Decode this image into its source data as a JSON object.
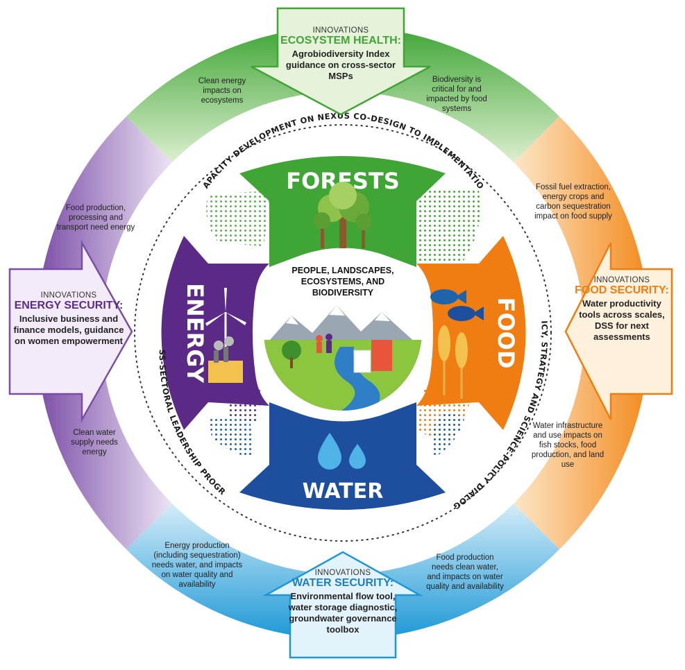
{
  "colors": {
    "green": "#3fa535",
    "light_green": "#d9ecc6",
    "orange": "#f07d12",
    "light_orange": "#fde3c2",
    "blue": "#1e64ad",
    "light_blue": "#cfe8f6",
    "purple": "#5b2a86",
    "light_purple": "#e8def1"
  },
  "center": {
    "title": "PEOPLE, LANDSCAPES, ECOSYSTEMS, AND BIODIVERSITY"
  },
  "sectors": {
    "forests": "FORESTS",
    "food": "FOOD",
    "water": "WATER",
    "energy": "ENERGY"
  },
  "ring_labels": {
    "top": "CAPACITY DEVELOPMENT ON NEXUS CO-DESIGN TO IMPLEMENTATION",
    "right": "POLICY, STRATEGY AND SCIENCE-POLICY DIALOGUES",
    "left": "CROSS-SECTORAL LEADERSHIP PROGRAM"
  },
  "innovations": {
    "ecosystem": {
      "kicker": "INNOVATIONS",
      "heading": "ECOSYSTEM HEALTH:",
      "body": "Agrobiodiversity Index guidance on cross-sector MSPs"
    },
    "food": {
      "kicker": "INNOVATIONS",
      "heading": "FOOD SECURITY:",
      "body": "Water productivity tools across scales, DSS for next assessments"
    },
    "water": {
      "kicker": "INNOVATIONS",
      "heading": "WATER SECURITY:",
      "body": "Environmental flow tool, water storage diagnostic, groundwater governance toolbox"
    },
    "energy": {
      "kicker": "INNOVATIONS",
      "heading": "ENERGY SECURITY:",
      "body": "Inclusive business and finance models, guidance on women empowerment"
    }
  },
  "notes": {
    "top_left": "Clean energy impacts on ecosystems",
    "top_right": "Biodiversity is critical for and impacted by food systems",
    "right_top": "Fossil fuel extraction, energy crops and carbon sequestration impact on food supply",
    "right_bottom": "Water infrastructure and use impacts on fish stocks, food production, and land use",
    "bottom_left": "Energy production (including sequestration) needs water, and impacts on water quality and availability",
    "bottom_right": "Food production needs clean water, and impacts on water quality and availability",
    "left_top": "Food production, processing and transport need energy",
    "left_bottom": "Clean water supply needs energy"
  }
}
